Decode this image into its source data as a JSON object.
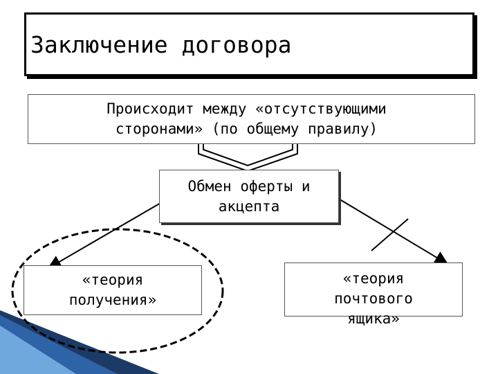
{
  "title": "Заключение договора",
  "top_box": "Происходит между «отсутствующими\nсторонами» (по общему правилу)",
  "middle_box": "Обмен оферты и\nакцепта",
  "left_box": "«теория\nполучения»",
  "right_box": "«теория\nпочтового\nящика»",
  "colors": {
    "line": "#000000",
    "accent_dark": "#1c3a66",
    "accent_light": "#5b9bd5"
  },
  "icons": {
    "connector": "chevron-down-icon",
    "rejection_mark": "strike-through-line-icon",
    "highlight": "dashed-ellipse-highlight"
  }
}
